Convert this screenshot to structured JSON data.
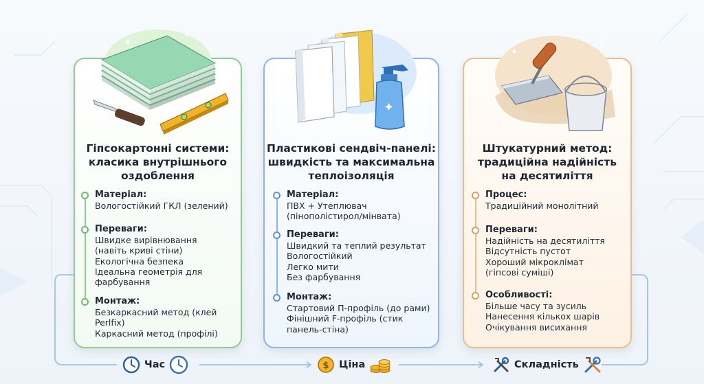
{
  "cards": [
    {
      "title": "Гіпсокартонні системи:\nкласика внутрішнього\nоздоблення",
      "illustration_icon": "drywall-sheets-knife-level-icon",
      "accent": "#6cb96c",
      "sections": [
        {
          "heading": "Матеріал:",
          "text": "Вологостійкий ГКЛ (зелений)"
        },
        {
          "heading": "Переваги:",
          "text": "Швидке вирівнювання\n(навіть криві стіни)\nЕкологічна безпека\nІдеальна геометрія для\nфарбування"
        },
        {
          "heading": "Монтаж:",
          "text": "Безкаркасний метод (клей\nPerlfix)\nКаркасний метод (профілі)"
        }
      ]
    },
    {
      "title": "Пластикові сендвіч-панелі:\nшвидкість та максимальна\nтеплоізоляція",
      "illustration_icon": "sandwich-panels-spray-bottle-icon",
      "accent": "#5c93cf",
      "sections": [
        {
          "heading": "Матеріал:",
          "text": "ПВХ + Утеплювач\n(пінополістирол/мінвата)"
        },
        {
          "heading": "Переваги:",
          "text": "Швидкий та теплий результат\nВологостійкий\nЛегко мити\nБез фарбування"
        },
        {
          "heading": "Монтаж:",
          "text": "Стартовий П-профіль (до рами)\nФінішний F-профіль (стик\nпанель-стіна)"
        }
      ]
    },
    {
      "title": "Штукатурний метод:\nтрадиційна надійність\nна десятиліття",
      "illustration_icon": "trowel-plaster-bucket-icon",
      "accent": "#d6a067",
      "sections": [
        {
          "heading": "Процес:",
          "text": "Традиційний монолітний"
        },
        {
          "heading": "Переваги:",
          "text": "Надійність на десятиліття\nВідсутність пустот\nХороший мікроклімат\n(гіпсові суміші)"
        },
        {
          "heading": "Особливості:",
          "text": "Більше часу та зусиль\nНанесення кількох шарів\nОчікування висихання"
        }
      ]
    }
  ],
  "footer": [
    {
      "label": "Час",
      "icons": [
        "clock-icon",
        "clock-icon"
      ]
    },
    {
      "label": "Ціна",
      "icons": [
        "coin-icon",
        "coin-stack-icon"
      ]
    },
    {
      "label": "Складність",
      "icons": [
        "tools-icon",
        "tools-icon"
      ]
    }
  ],
  "colors": {
    "green": "#6cb96c",
    "blue": "#5c93cf",
    "orange": "#d6a067",
    "connector": "#9cc3e6"
  }
}
